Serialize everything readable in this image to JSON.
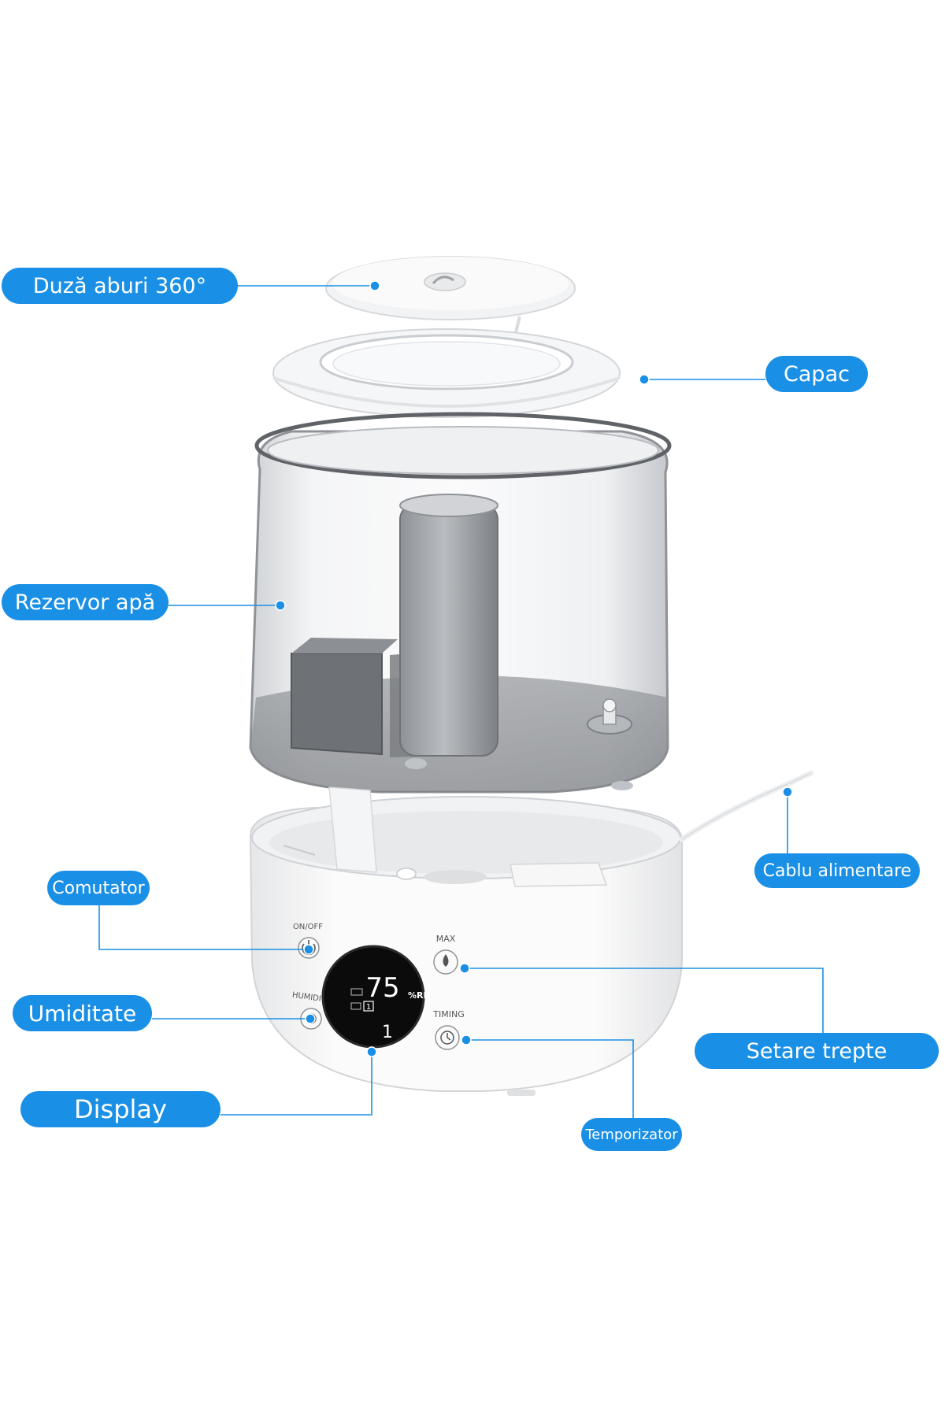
{
  "labels": {
    "nozzle": "Duză aburi 360°",
    "lid": "Capac",
    "tank": "Rezervor apă",
    "cable": "Cablu alimentare",
    "switch": "Comutator",
    "humidity": "Umiditate",
    "steps": "Setare trepte",
    "display": "Display",
    "timer": "Temporizator"
  },
  "device": {
    "buttons": {
      "onoff": "ON/OFF",
      "max": "MAX",
      "humidity": "HUMIDITY",
      "timing": "TIMING"
    },
    "screen": {
      "humidity_value": "75",
      "humidity_unit": "%RH",
      "mode_value": "1",
      "level_indicator": "1"
    }
  },
  "colors": {
    "label_bg": "#1a8fe6",
    "label_text": "#ffffff",
    "leader_line": "#1a8fe6",
    "display_bg": "#0b0b0b",
    "display_text": "#ffffff"
  }
}
